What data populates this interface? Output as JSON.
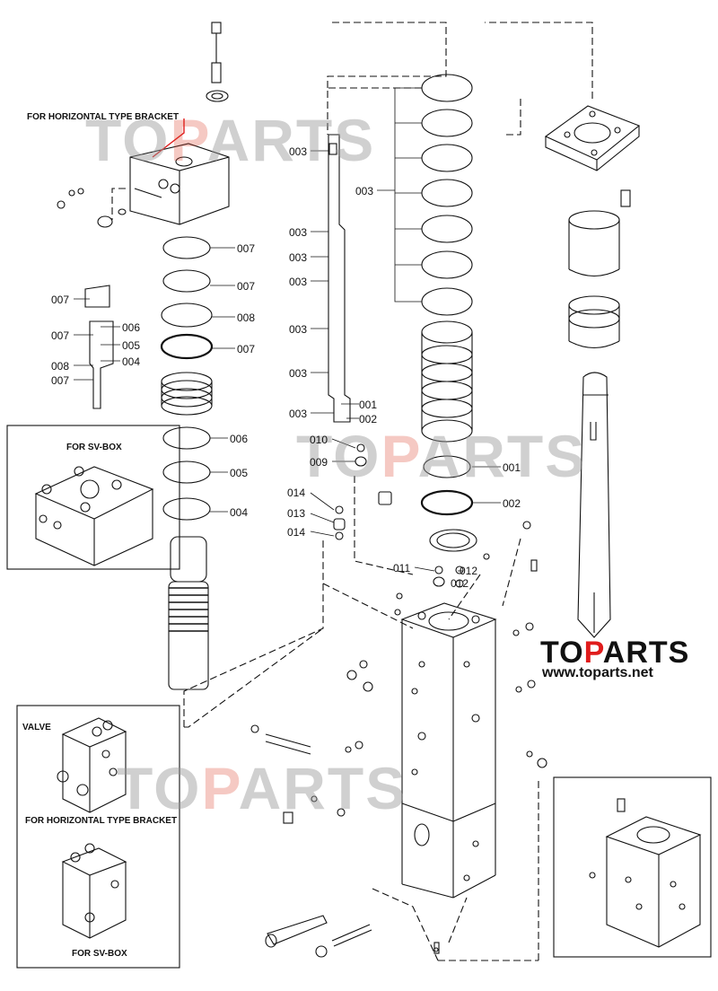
{
  "captions": {
    "horizontal_bracket_top": "FOR HORIZONTAL TYPE  BRACKET",
    "sv_box_top": "FOR SV-BOX",
    "valve": "VALVE",
    "horizontal_bracket_bottom": "FOR HORIZONTAL TYPE  BRACKET",
    "sv_box_bottom": "FOR SV-BOX"
  },
  "brand": {
    "name_left": "TO",
    "name_p": "P",
    "name_right": "ARTS",
    "url": "www.toparts.net",
    "accent": "#e01b1b"
  },
  "watermark": {
    "left": "TO",
    "p": "P",
    "right": "ARTS"
  },
  "part_labels": {
    "l003_a": "003",
    "l003_b": "003",
    "l003_c": "003",
    "l003_d": "003",
    "l003_e": "003",
    "l003_f": "003",
    "l003_g": "003",
    "l003_ring": "003",
    "l001_a": "001",
    "l002_a": "002",
    "l001_b": "001",
    "l002_b": "002",
    "l010": "010",
    "l009": "009",
    "l014_a": "014",
    "l013": "013",
    "l014_b": "014",
    "l011": "011",
    "l012_a": "012",
    "l012_b": "012",
    "l007_a": "007",
    "l007_b": "007",
    "l008_a": "008",
    "l007_c": "007",
    "l006_a": "006",
    "l005_a": "005",
    "l004_a": "004",
    "l007_left_a": "007",
    "l007_left_b": "007",
    "l006_left": "006",
    "l005_left": "005",
    "l008_left": "008",
    "l004_left": "004",
    "l007_left_c": "007"
  }
}
